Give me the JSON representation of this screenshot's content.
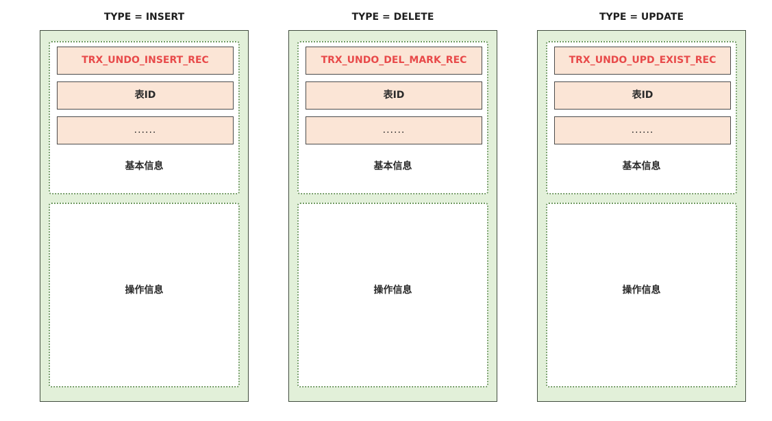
{
  "columns": [
    {
      "title": "TYPE = INSERT",
      "type_field": "TRX_UNDO_INSERT_REC",
      "table_field": "表ID",
      "more_field": "......",
      "basic_label": "基本信息",
      "op_label": "操作信息"
    },
    {
      "title": "TYPE = DELETE",
      "type_field": "TRX_UNDO_DEL_MARK_REC",
      "table_field": "表ID",
      "more_field": "......",
      "basic_label": "基本信息",
      "op_label": "操作信息"
    },
    {
      "title": "TYPE = UPDATE",
      "type_field": "TRX_UNDO_UPD_EXIST_REC",
      "table_field": "表ID",
      "more_field": "......",
      "basic_label": "基本信息",
      "op_label": "操作信息"
    }
  ],
  "colors": {
    "outer_fill": "#e2f0d9",
    "field_fill": "#fbe5d6",
    "type_text": "#e84a4a",
    "dotted_border": "#6f9a60"
  }
}
